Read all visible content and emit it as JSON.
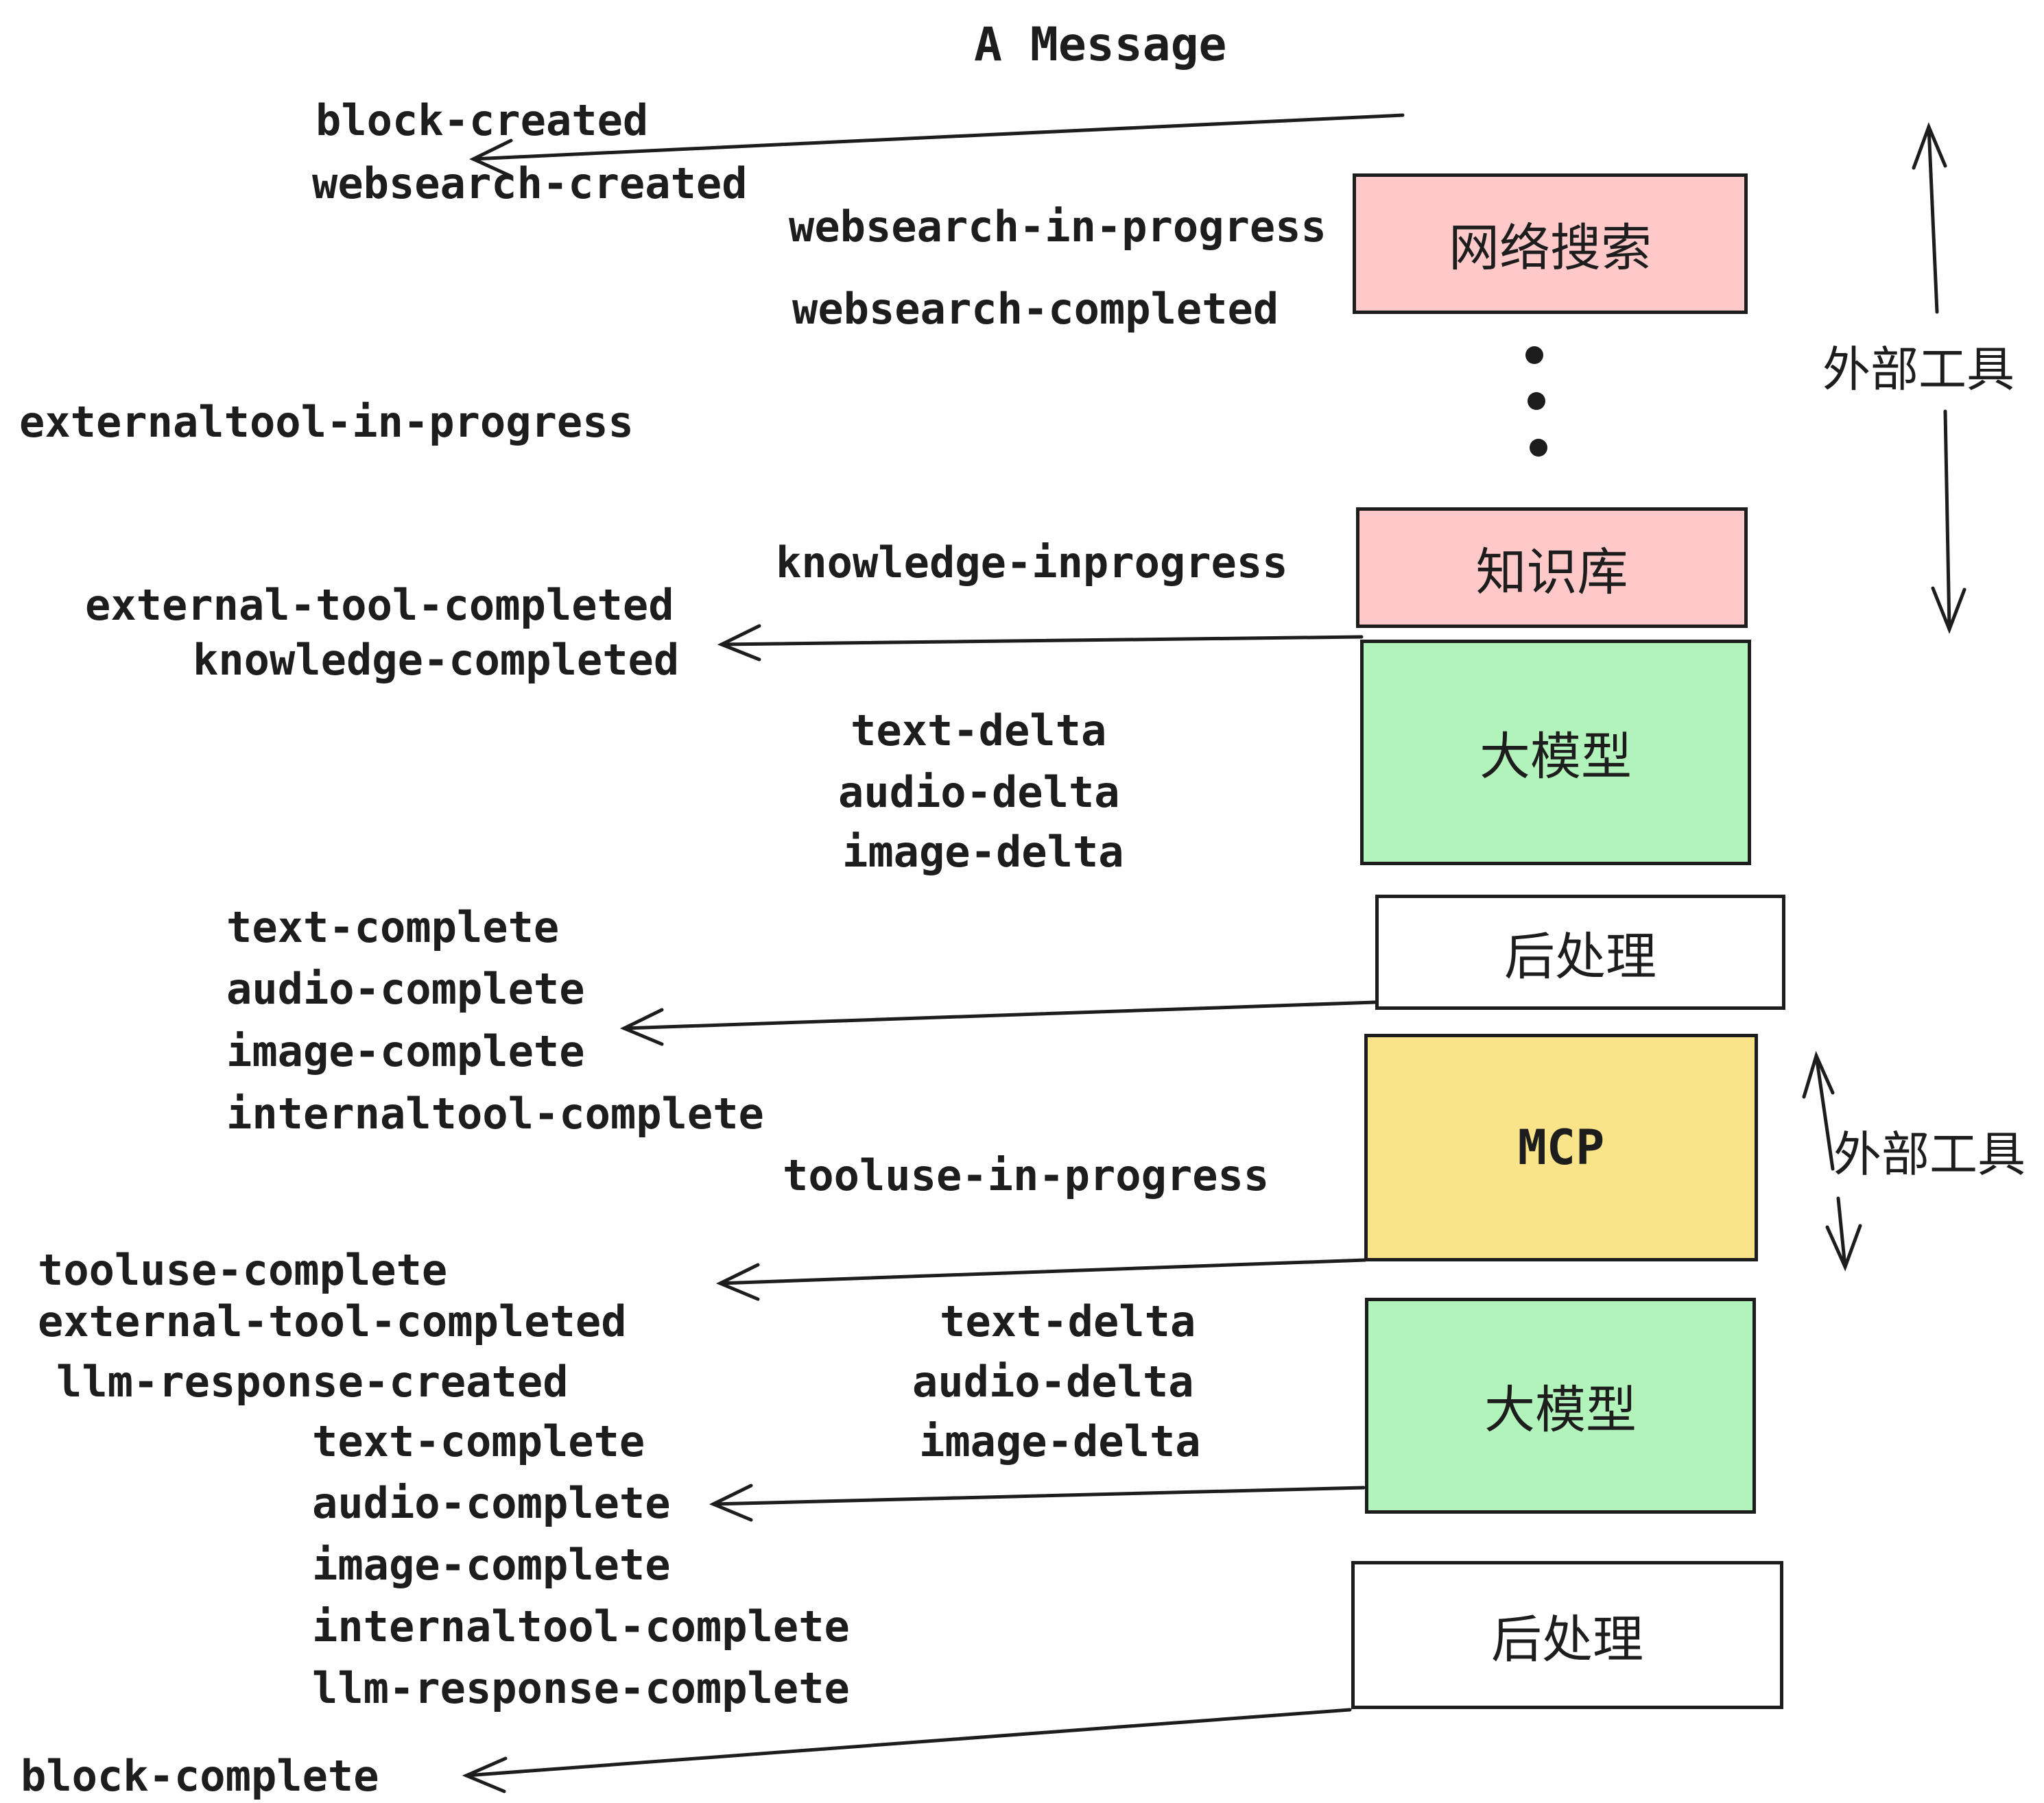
{
  "title": "A Message",
  "colors": {
    "pink": "#ffc9c9",
    "green": "#b2f2bb",
    "yellow": "#f9e489",
    "white": "#ffffff",
    "line": "#1d1d1d"
  },
  "boxes": [
    {
      "label": "网络搜索",
      "fill": "pink"
    },
    {
      "label": "知识库",
      "fill": "pink"
    },
    {
      "label": "大模型",
      "fill": "green"
    },
    {
      "label": "后处理",
      "fill": "white"
    },
    {
      "label": "MCP",
      "fill": "yellow"
    },
    {
      "label": "大模型",
      "fill": "green"
    },
    {
      "label": "后处理",
      "fill": "white"
    }
  ],
  "side_labels": [
    {
      "text": "外部工具"
    },
    {
      "text": "外部工具"
    }
  ],
  "event_labels": [
    {
      "text": "block-created"
    },
    {
      "text": "websearch-created"
    },
    {
      "text": "websearch-in-progress"
    },
    {
      "text": "websearch-completed"
    },
    {
      "text": "externaltool-in-progress"
    },
    {
      "text": "knowledge-inprogress"
    },
    {
      "text": "external-tool-completed"
    },
    {
      "text": "knowledge-completed"
    },
    {
      "text": "text-delta"
    },
    {
      "text": "audio-delta"
    },
    {
      "text": "image-delta"
    },
    {
      "text": "text-complete"
    },
    {
      "text": "audio-complete"
    },
    {
      "text": "image-complete"
    },
    {
      "text": "internaltool-complete"
    },
    {
      "text": "tooluse-in-progress"
    },
    {
      "text": "tooluse-complete"
    },
    {
      "text": "external-tool-completed"
    },
    {
      "text": "llm-response-created"
    },
    {
      "text": "text-delta"
    },
    {
      "text": "audio-delta"
    },
    {
      "text": "image-delta"
    },
    {
      "text": "text-complete"
    },
    {
      "text": "audio-complete"
    },
    {
      "text": "image-complete"
    },
    {
      "text": "internaltool-complete"
    },
    {
      "text": "llm-response-complete"
    },
    {
      "text": "block-complete"
    }
  ]
}
